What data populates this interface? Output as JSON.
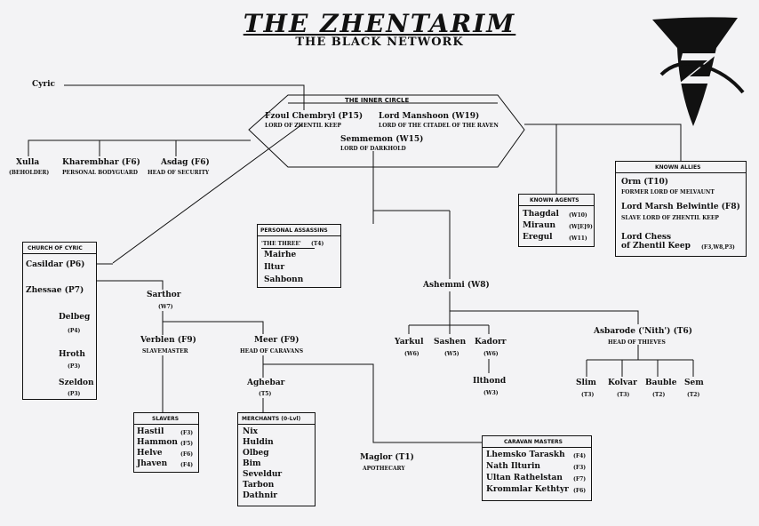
{
  "title": "THE ZHENTARIM",
  "subtitle": "THE BLACK NETWORK",
  "logo": {
    "letter": "Z",
    "colors": [
      "#111111",
      "#f3f3f5"
    ]
  },
  "cyric": "Cyric",
  "inner_circle": {
    "header": "THE INNER CIRCLE",
    "fzoul": {
      "name": "Fzoul Chembryl (P15)",
      "title": "LORD OF ZHENTIL KEEP"
    },
    "manshoon": {
      "name": "Lord Manshoon (W19)",
      "title": "LORD OF THE CITADEL OF THE RAVEN"
    },
    "semmemon": {
      "name": "Semmemon (W15)",
      "title": "LORD OF DARKHOLD"
    }
  },
  "guards": [
    {
      "name": "Xulla",
      "title": "(BEHOLDER)"
    },
    {
      "name": "Kharembhar (F6)",
      "title": "PERSONAL BODYGUARD"
    },
    {
      "name": "Asdag (F6)",
      "title": "HEAD OF SECURITY"
    }
  ],
  "known_allies": {
    "header": "KNOWN ALLIES",
    "orm": {
      "name": "Orm (T10)",
      "title": "FORMER LORD OF MELVAUNT"
    },
    "marsh": {
      "name": "Lord Marsh Belwintle (F8)",
      "title": "SLAVE LORD OF ZHENTIL KEEP"
    },
    "chess_1": "Lord Chess",
    "chess_2": "of Zhentil Keep",
    "chess_cls": "(F3,W8,P3)"
  },
  "known_agents": {
    "header": "KNOWN AGENTS",
    "items": [
      {
        "name": "Thagdal",
        "cls": "(W10)"
      },
      {
        "name": "Miraun",
        "cls": "(W[E]9)"
      },
      {
        "name": "Eregul",
        "cls": "(W11)"
      }
    ]
  },
  "assassins": {
    "header": "PERSONAL ASSASSINS",
    "group": "'THE THREE'",
    "group_cls": "(T4)",
    "items": [
      "Mairhe",
      "Iltur",
      "Sahbonn"
    ]
  },
  "church": {
    "header": "CHURCH OF CYRIC",
    "casildar": "Casildar (P6)",
    "zhessae": "Zhessae (P7)",
    "delbeg": "Delbeg",
    "delbeg_cls": "(P4)",
    "hroth": "Hroth",
    "hroth_cls": "(P3)",
    "szeldon": "Szeldon",
    "szeldon_cls": "(P3)"
  },
  "sarthor": {
    "name": "Sarthor",
    "cls": "(W7)"
  },
  "verblen": {
    "name": "Verblen (F9)",
    "title": "SLAVEMASTER"
  },
  "meer": {
    "name": "Meer (F9)",
    "title": "HEAD OF CARAVANS"
  },
  "aghebar": {
    "name": "Aghebar",
    "cls": "(T5)"
  },
  "slavers": {
    "header": "SLAVERS",
    "items": [
      {
        "name": "Hastil",
        "cls": "(F3)"
      },
      {
        "name": "Hammon",
        "cls": "(F5)"
      },
      {
        "name": "Helve",
        "cls": "(F6)"
      },
      {
        "name": "Jhaven",
        "cls": "(F4)"
      }
    ]
  },
  "merchants": {
    "header": "MERCHANTS (0-Lvl)",
    "items": [
      "Nix",
      "Huldin",
      "Olbeg",
      "Bim",
      "Seveldur",
      "Tarbon",
      "Dathnir"
    ]
  },
  "ashemmi": "Ashemmi (W8)",
  "ashemmi_subs": [
    {
      "name": "Yarkul",
      "cls": "(W6)"
    },
    {
      "name": "Sashen",
      "cls": "(W5)"
    },
    {
      "name": "Kadorr",
      "cls": "(W6)"
    }
  ],
  "ilthond": {
    "name": "Ilthond",
    "cls": "(W3)"
  },
  "asbarode": {
    "name": "Asbarode ('Nith') (T6)",
    "title": "HEAD OF THIEVES"
  },
  "thieves": [
    {
      "name": "Slim",
      "cls": "(T3)"
    },
    {
      "name": "Kolvar",
      "cls": "(T3)"
    },
    {
      "name": "Bauble",
      "cls": "(T2)"
    },
    {
      "name": "Sem",
      "cls": "(T2)"
    }
  ],
  "maglor": {
    "name": "Maglor (T1)",
    "title": "APOTHECARY"
  },
  "caravan_masters": {
    "header": "CARAVAN MASTERS",
    "items": [
      {
        "name": "Lhemsko Taraskh",
        "cls": "(F4)"
      },
      {
        "name": "Nath Ilturin",
        "cls": "(F3)"
      },
      {
        "name": "Ultan Rathelstan",
        "cls": "(F7)"
      },
      {
        "name": "Krommlar Kethtyr",
        "cls": "(F6)"
      }
    ]
  }
}
